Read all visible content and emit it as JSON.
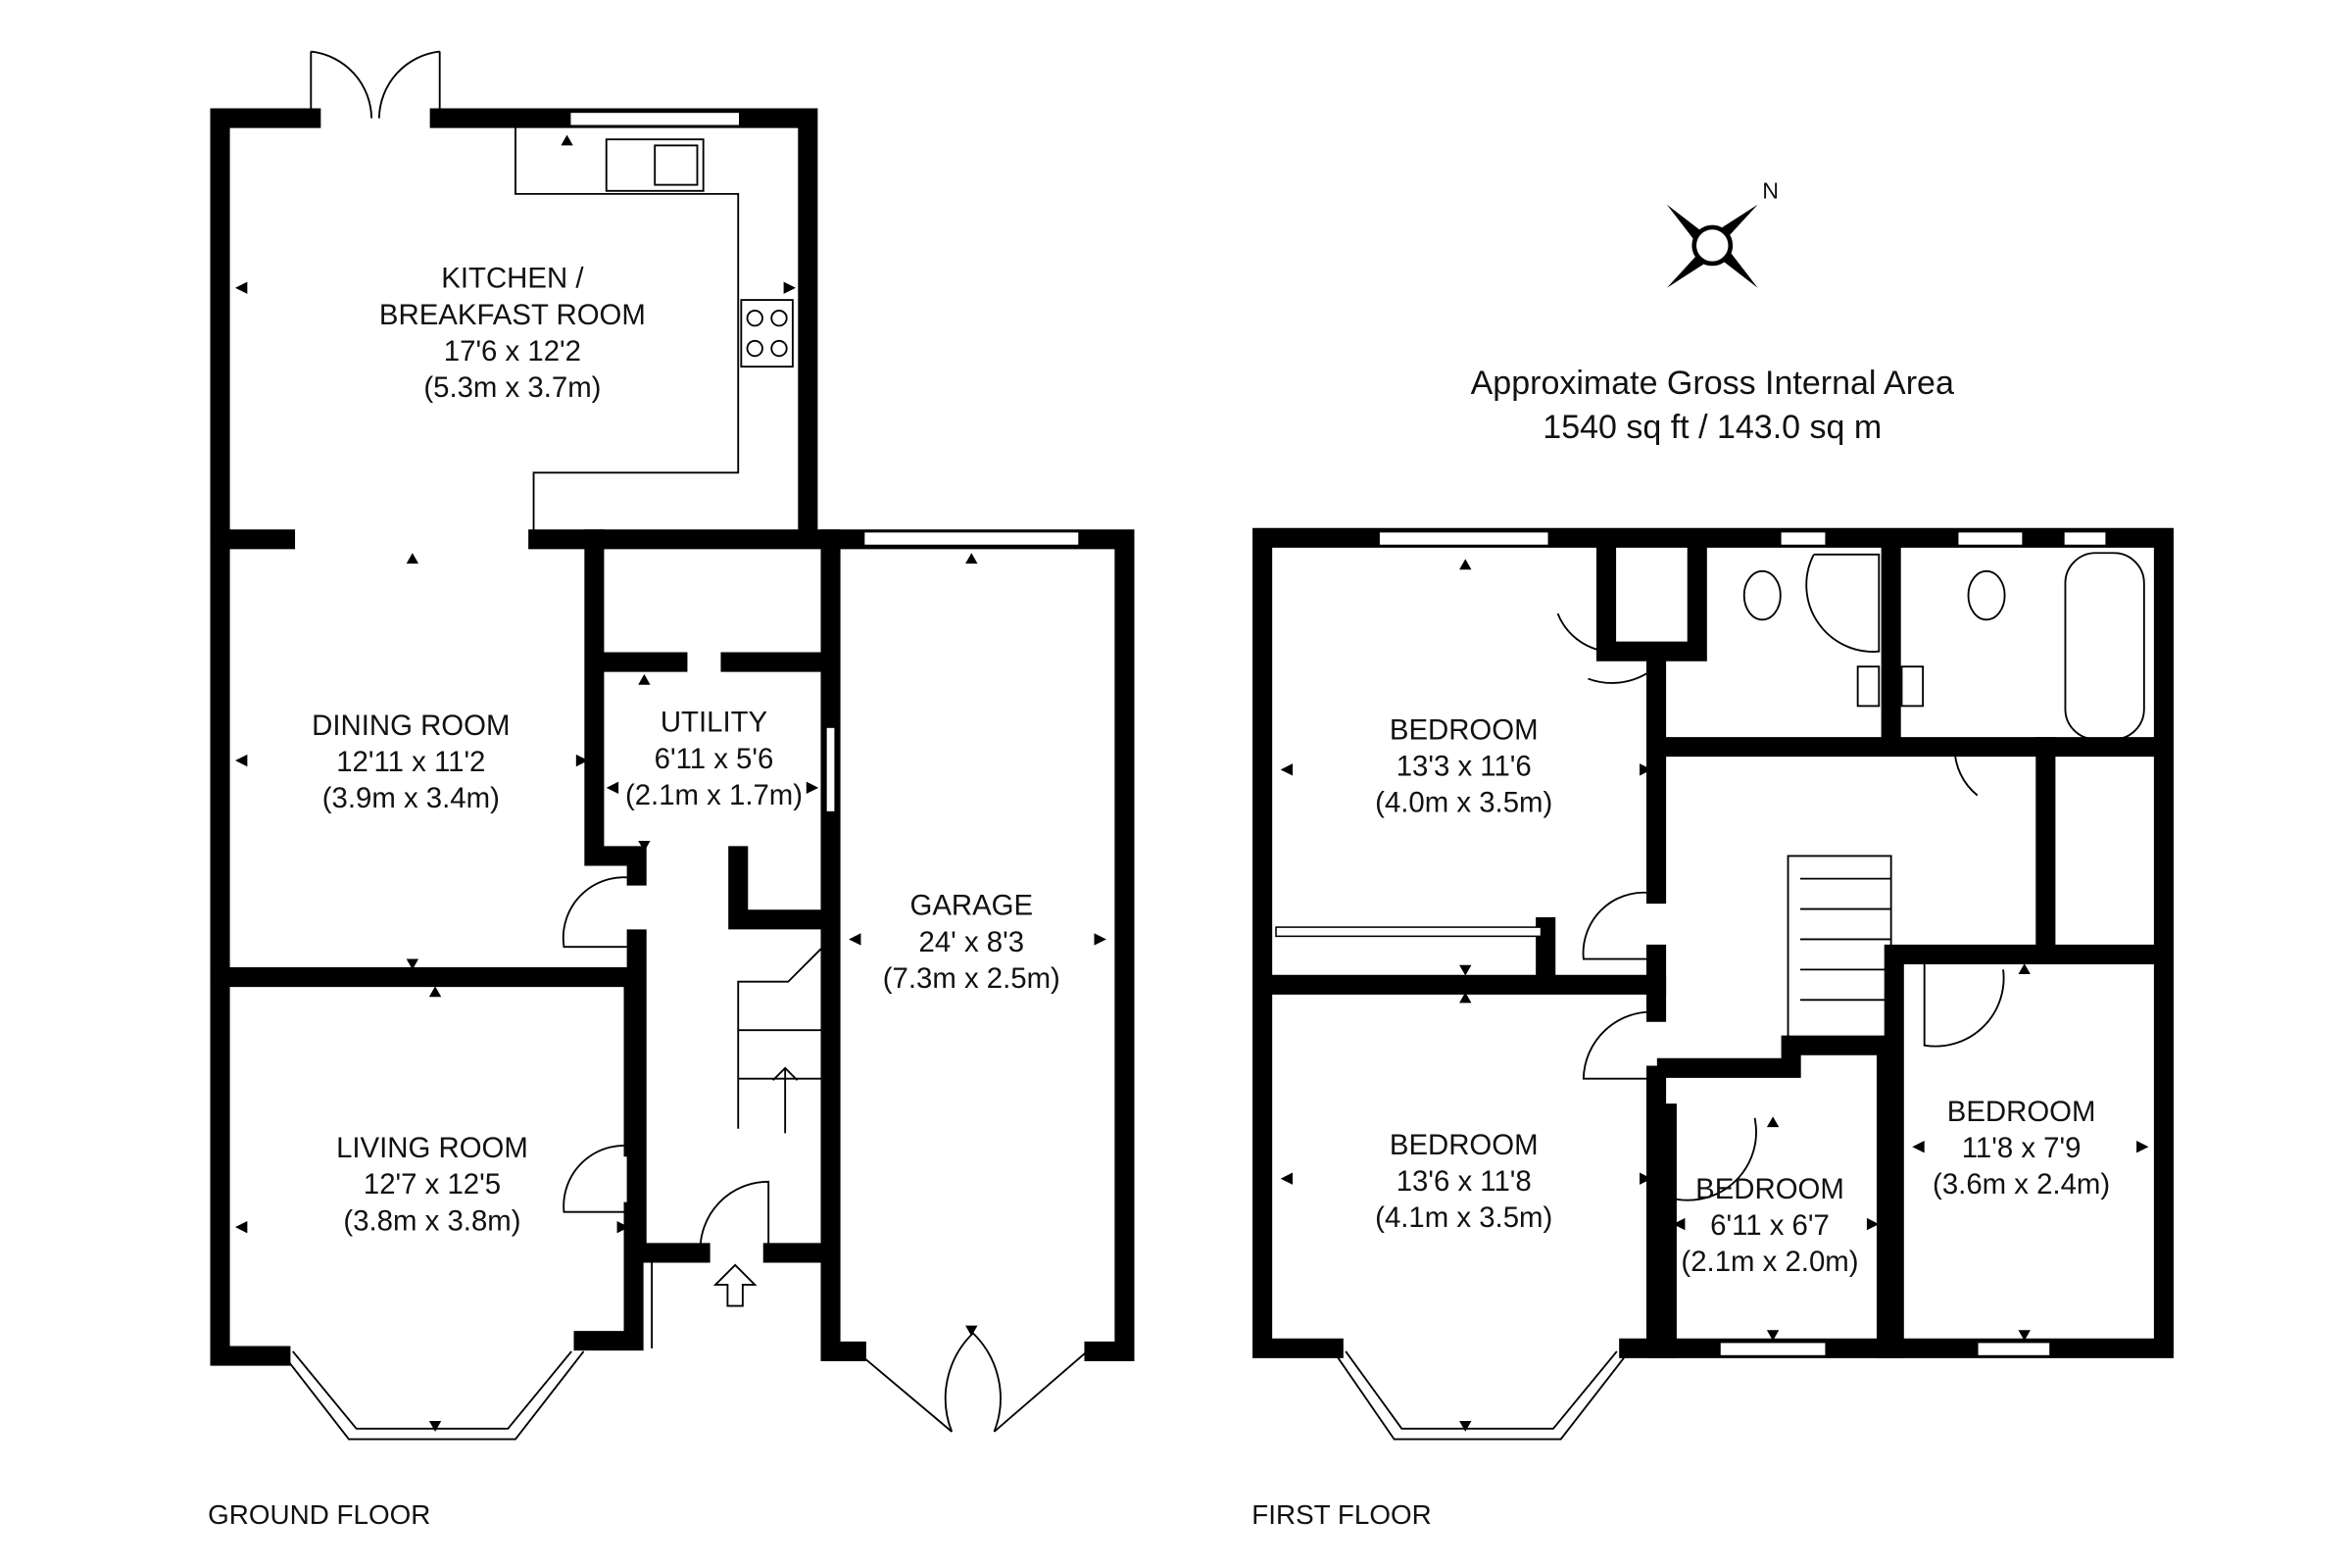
{
  "area": {
    "title": "Approximate Gross Internal Area",
    "value": "1540 sq ft / 143.0 sq m"
  },
  "compass": {
    "label": "N"
  },
  "ground_floor": {
    "label": "GROUND FLOOR",
    "rooms": [
      {
        "name": "KITCHEN /",
        "name2": "BREAKFAST ROOM",
        "imperial": "17'6 x 12'2",
        "metric": "(5.3m x 3.7m)"
      },
      {
        "name": "DINING ROOM",
        "imperial": "12'11 x 11'2",
        "metric": "(3.9m x 3.4m)"
      },
      {
        "name": "UTILITY",
        "imperial": "6'11 x 5'6",
        "metric": "(2.1m x 1.7m)"
      },
      {
        "name": "GARAGE",
        "imperial": "24' x 8'3",
        "metric": "(7.3m x 2.5m)"
      },
      {
        "name": "LIVING ROOM",
        "imperial": "12'7 x 12'5",
        "metric": "(3.8m x 3.8m)"
      }
    ]
  },
  "first_floor": {
    "label": "FIRST FLOOR",
    "rooms": [
      {
        "name": "BEDROOM",
        "imperial": "13'3 x 11'6",
        "metric": "(4.0m x 3.5m)"
      },
      {
        "name": "BEDROOM",
        "imperial": "13'6 x 11'8",
        "metric": "(4.1m x 3.5m)"
      },
      {
        "name": "BEDROOM",
        "imperial": "6'11 x 6'7",
        "metric": "(2.1m x 2.0m)"
      },
      {
        "name": "BEDROOM",
        "imperial": "11'8 x 7'9",
        "metric": "(3.6m x 2.4m)"
      }
    ]
  }
}
